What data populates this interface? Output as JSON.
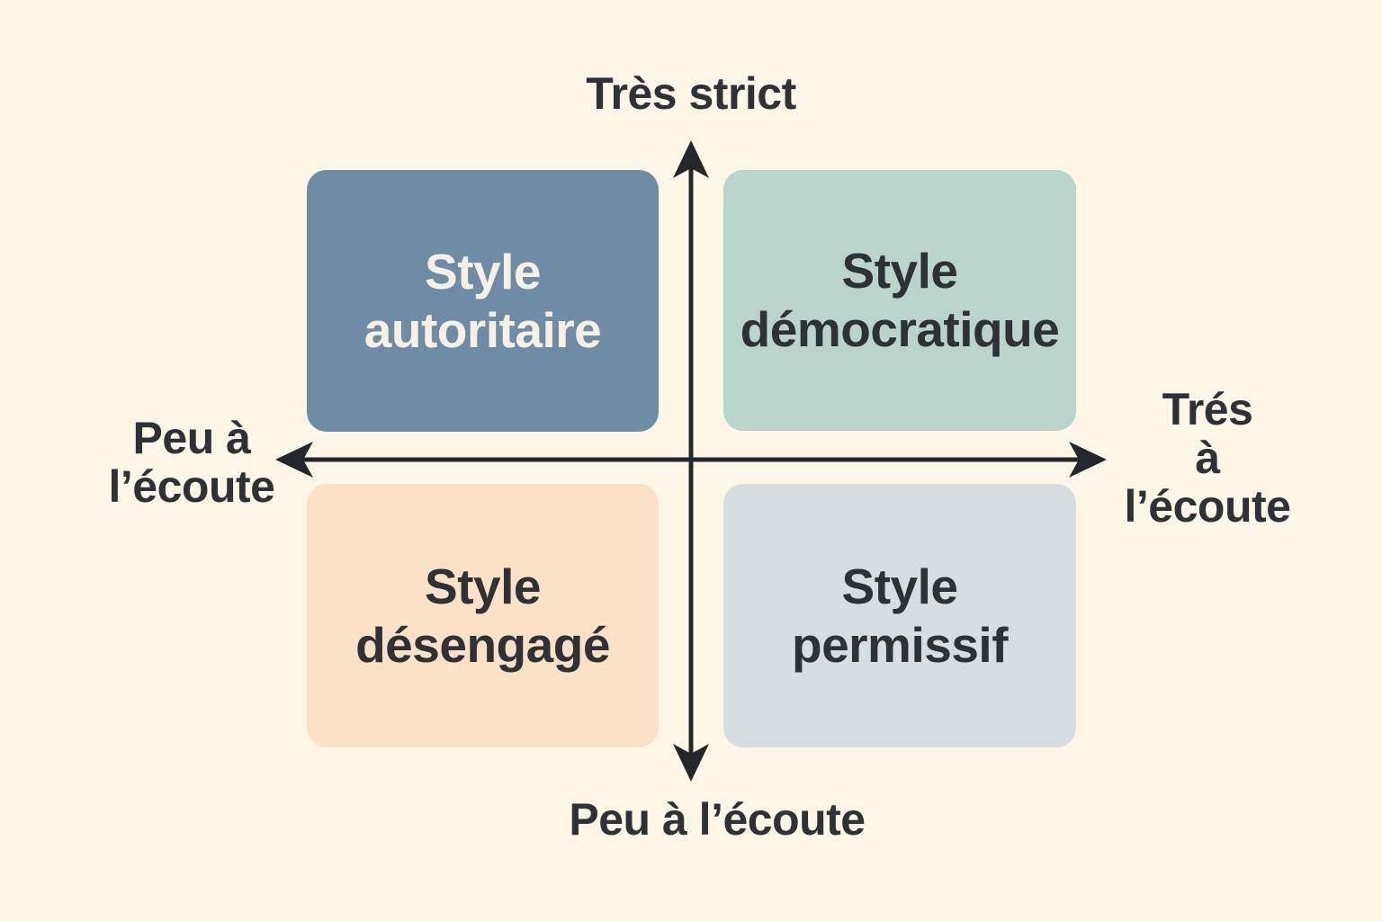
{
  "axes": {
    "top": "Très strict",
    "bottom": "Peu à l’écoute",
    "left": {
      "line1": "Peu à",
      "line2": "l’écoute"
    },
    "right": {
      "line1": "Trés",
      "line2": "à l’écoute"
    }
  },
  "quadrants": [
    {
      "name": "top-left",
      "line1": "Style",
      "line2": "autoritaire",
      "bg": "#6f8ca6",
      "text": "#f8f1e3"
    },
    {
      "name": "top-right",
      "line1": "Style",
      "line2": "démocratique",
      "bg": "#b8d4cb",
      "text": "#2e3237"
    },
    {
      "name": "bottom-left",
      "line1": "Style",
      "line2": "désengagé",
      "bg": "#fbe2c6",
      "text": "#2e3237"
    },
    {
      "name": "bottom-right",
      "line1": "Style",
      "line2": "permissif",
      "bg": "#d6dee2",
      "text": "#2e3237"
    }
  ],
  "colors": {
    "background": "#fcf6e7",
    "axis": "#23262b",
    "label_text": "#2e3237"
  }
}
